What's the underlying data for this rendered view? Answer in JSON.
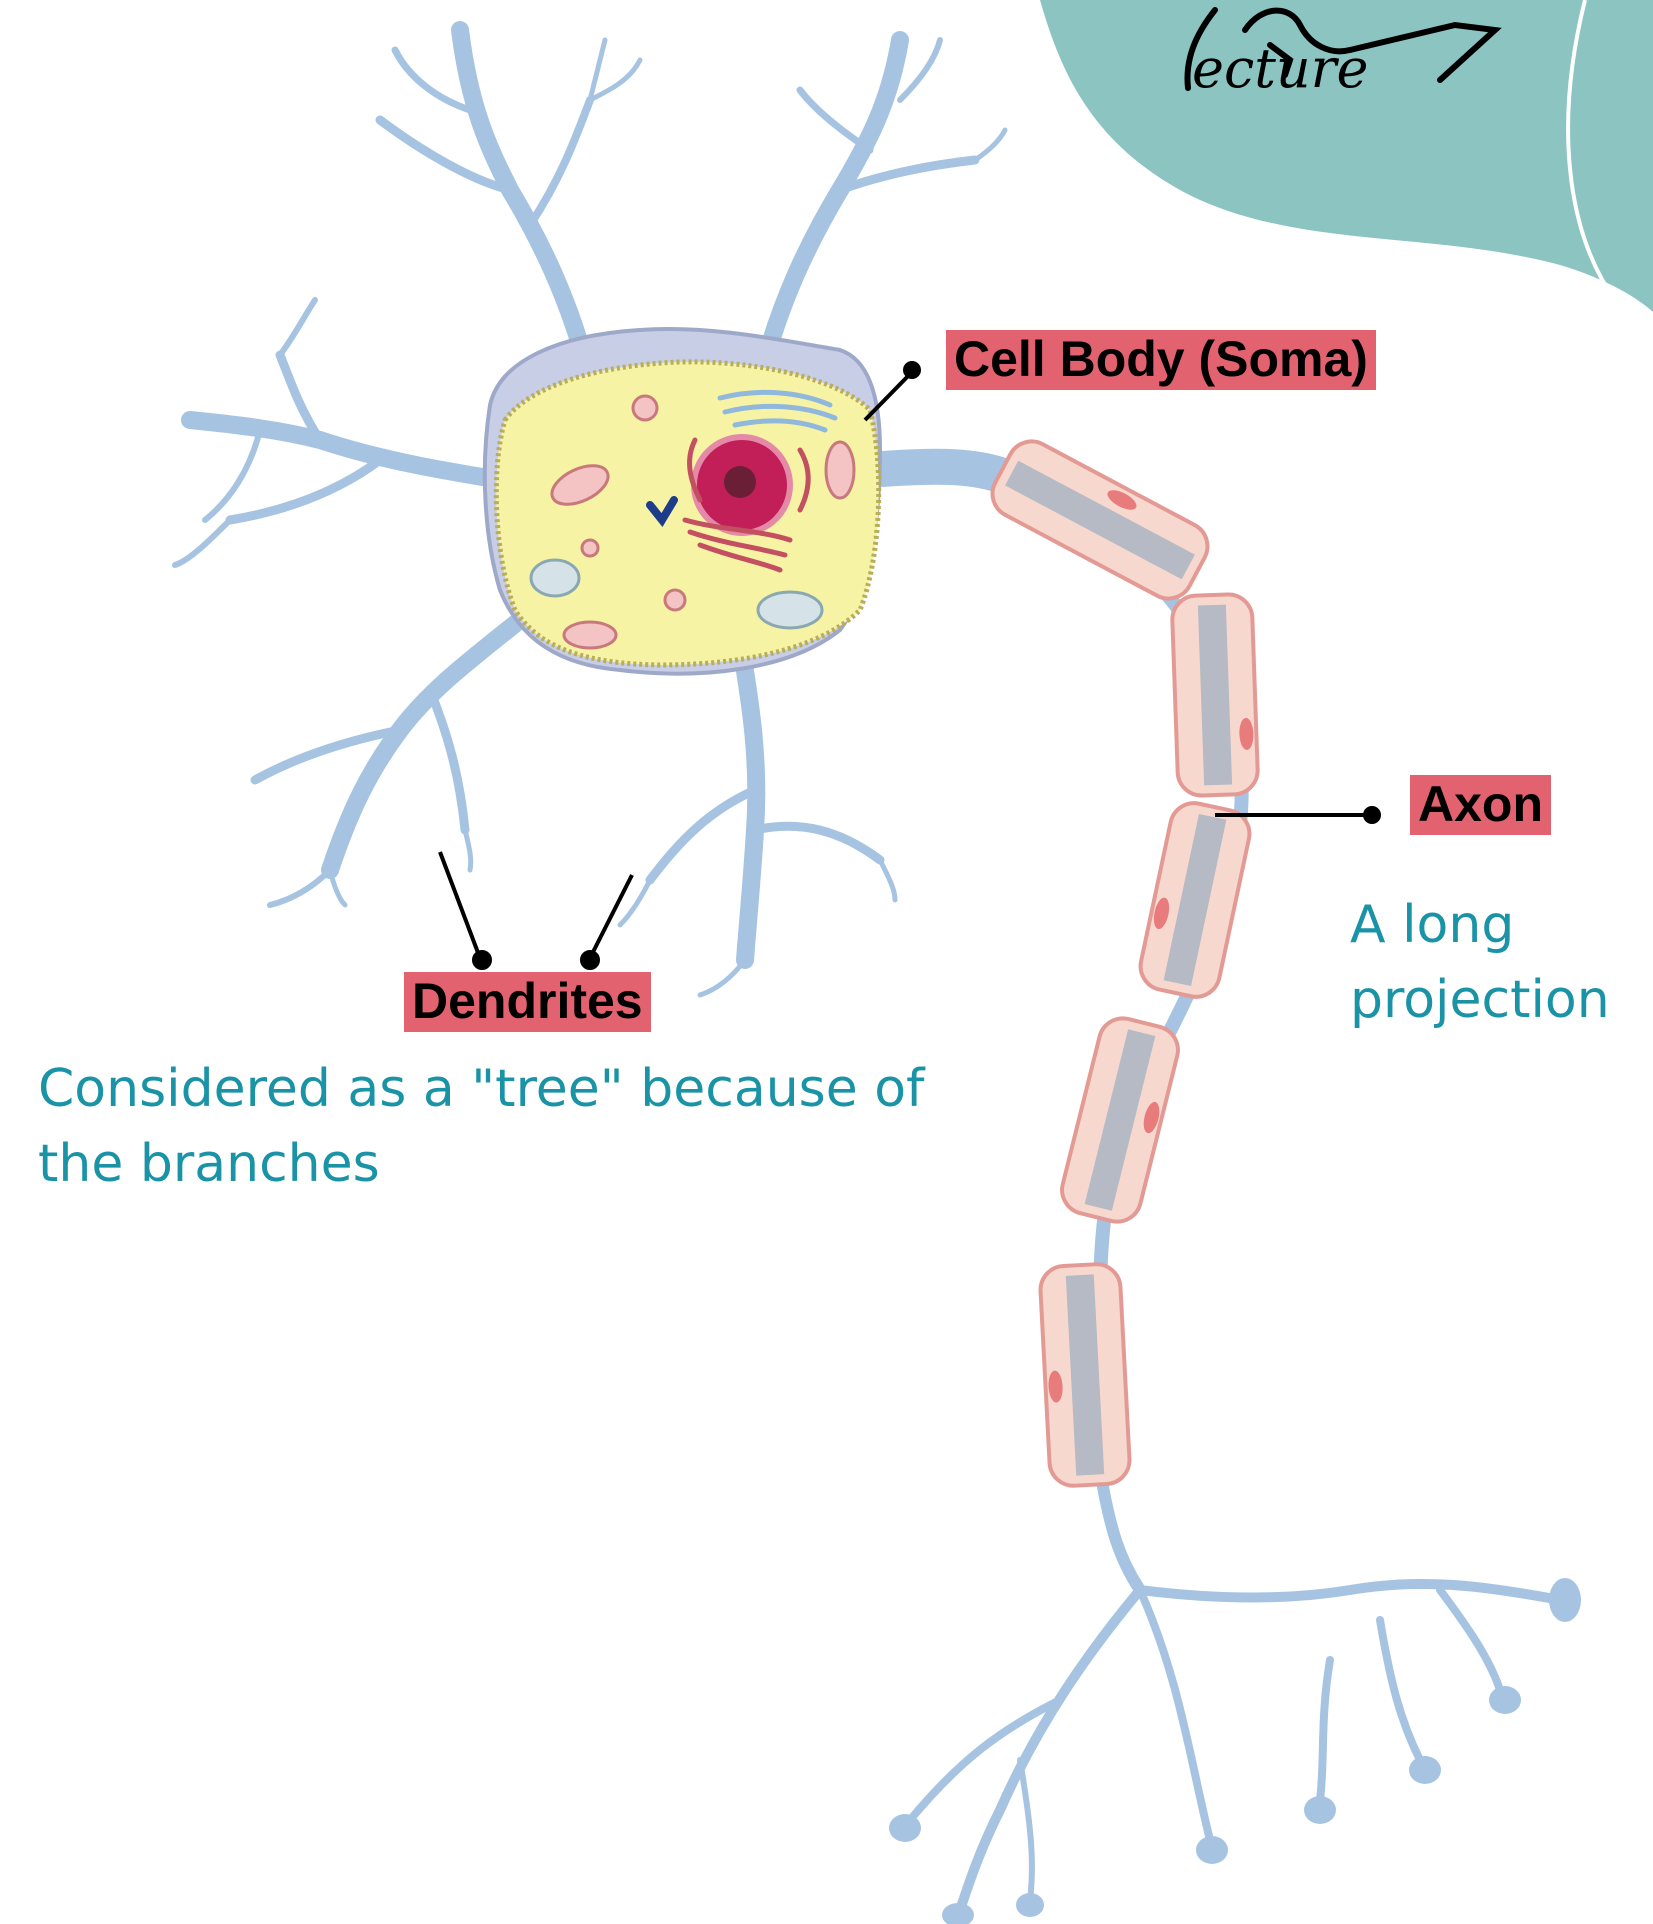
{
  "logo": {
    "text": "ecture",
    "icon": "quill-book-logo"
  },
  "labels": {
    "cell_body": "Cell Body (Soma)",
    "axon": "Axon",
    "dendrites": "Dendrites"
  },
  "descriptions": {
    "axon": "A long projection",
    "dendrites": "Considered as a \"tree\" because of the branches"
  },
  "colors": {
    "accent_teal": "#8cc4c2",
    "label_background": "#e2636f",
    "description_text": "#1a93a6",
    "neuron_blue": "#a6c4e2"
  }
}
